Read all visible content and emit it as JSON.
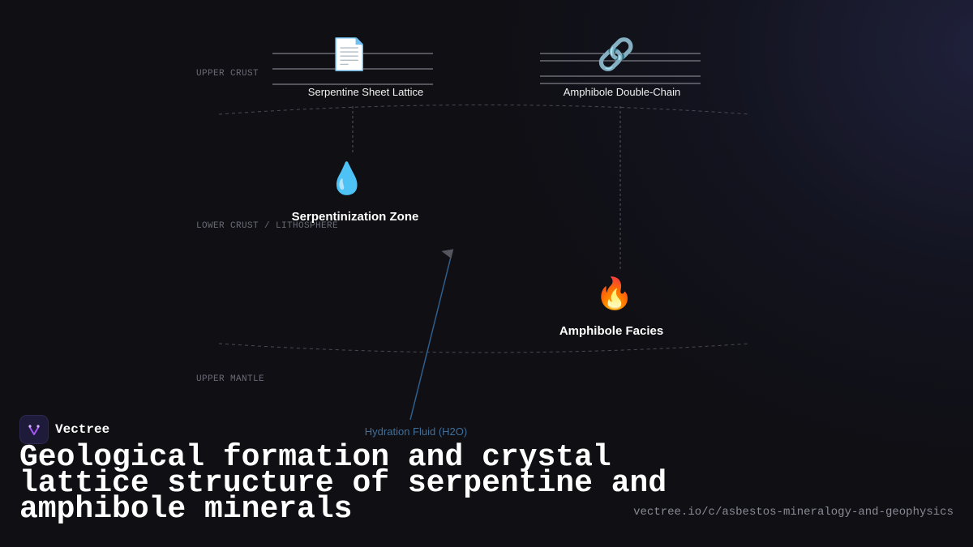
{
  "layers": {
    "upper_crust": "UPPER CRUST",
    "lower_crust": "LOWER CRUST / LITHOSPHERE",
    "upper_mantle": "UPPER MANTLE"
  },
  "lattices": {
    "serpentine": {
      "label": "Serpentine Sheet Lattice",
      "icon": "page-facing-up-emoji",
      "glyph": "📄"
    },
    "amphibole": {
      "label": "Amphibole Double-Chain",
      "icon": "link-emoji",
      "glyph": "🔗"
    }
  },
  "nodes": {
    "serpentinization": {
      "label": "Serpentinization Zone",
      "icon": "droplet-emoji",
      "glyph": "💧"
    },
    "amphibole_facies": {
      "label": "Amphibole Facies",
      "icon": "fire-emoji",
      "glyph": "🔥"
    }
  },
  "fluid": {
    "label": "Hydration Fluid (H2O)"
  },
  "brand": {
    "name": "Vectree",
    "logo_icon": "vectree-logo-icon"
  },
  "title": "Geological formation and crystal lattice structure of serpentine and amphibole minerals",
  "url": "vectree.io/c/asbestos-mineralogy-and-geophysics",
  "colors": {
    "background": "#0f0f14",
    "fluid_arrow": "#2f5f8f",
    "accent": "#a855f7"
  }
}
